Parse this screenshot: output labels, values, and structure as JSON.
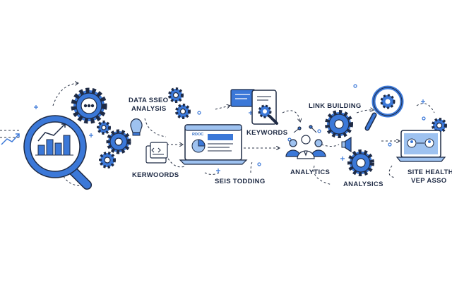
{
  "labels": {
    "data_seo_line1": "DATA SSEO",
    "data_seo_line2": "ANALYSIS",
    "kerwoords": "KERWOORDS",
    "seis_todding": "SEIS TODDING",
    "keywords": "KEYWORDS",
    "analytics": "ANALYTICS",
    "link_building": "LINK BUILDING",
    "analysics": "ANALYSICS",
    "site_health_line1": "SITE HEALTH",
    "site_health_line2": "VEP ASSO",
    "browser_tag": "RDOC"
  },
  "colors": {
    "primary": "#3b78d8",
    "light": "#9ec2f0",
    "outline": "#1f2b45",
    "dash": "#2b3447"
  }
}
